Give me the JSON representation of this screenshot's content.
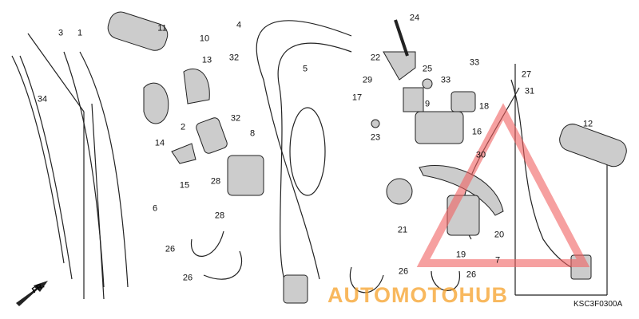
{
  "diagram": {
    "part_labels": [
      "11",
      "10",
      "3",
      "1",
      "4",
      "24",
      "22",
      "25",
      "29",
      "17",
      "9",
      "33",
      "33",
      "18",
      "27",
      "31",
      "13",
      "32",
      "32",
      "34",
      "14",
      "2",
      "8",
      "5",
      "23",
      "16",
      "30",
      "12",
      "15",
      "28",
      "28",
      "6",
      "21",
      "20",
      "19",
      "7",
      "26",
      "26",
      "26",
      "26"
    ],
    "front_marker": "FR.",
    "diagram_code": "KSC3F0300A",
    "watermark": "AUTOMOTOHUB",
    "colors": {
      "line": "#222222",
      "part_fill": "#cccccc",
      "watermark_red": "#f06060",
      "watermark_orange": "#f5a028"
    }
  }
}
